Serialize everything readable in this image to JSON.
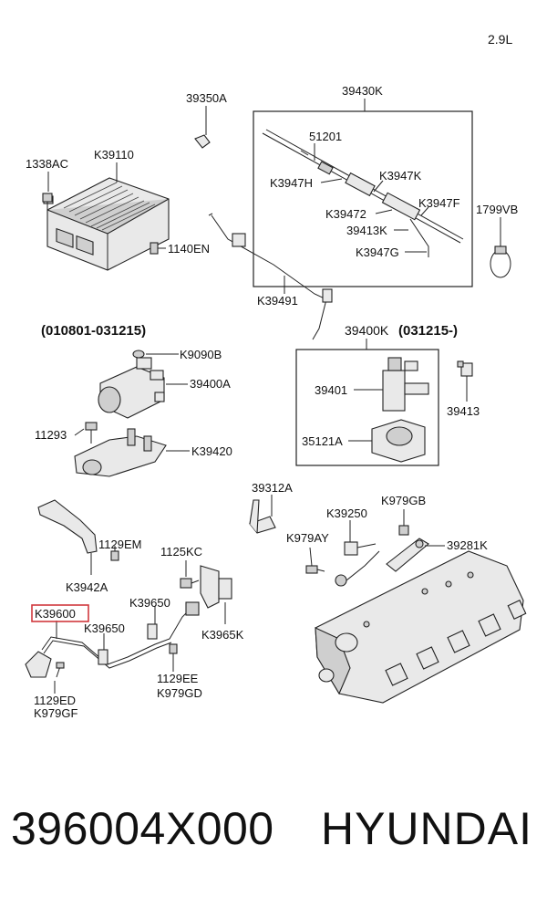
{
  "engine": "2.9L",
  "labels": {
    "l39350A": "39350A",
    "l39430K": "39430K",
    "l51201": "51201",
    "l1338AC": "1338AC",
    "l39110": "K39110",
    "l3947K": "K3947K",
    "l3947H": "K3947H",
    "l3947F": "K3947F",
    "l39472": "K39472",
    "l1799VB": "1799VB",
    "l39413K": "39413K",
    "l3947G": "K3947G",
    "l1140EN": "1140EN",
    "l39491": "K39491",
    "hdrLeft": "(010801-031215)",
    "l39400K": "39400K",
    "hdrRight": "(031215-)",
    "l9090B": "K9090B",
    "l39400A": "39400A",
    "l39401": "39401",
    "l39413": "39413",
    "l11293": "11293",
    "l39420": "K39420",
    "l35121A": "35121A",
    "l39312A": "39312A",
    "l979GB": "K979GB",
    "l39250": "K39250",
    "l1129EM": "1129EM",
    "l979AY": "K979AY",
    "l39281K": "39281K",
    "l3942A": "K3942A",
    "l1125KC": "1125KC",
    "l39650a": "K39650",
    "l39600": "K39600",
    "l3965K": "K3965K",
    "l39650b": "K39650",
    "l1129EE": "1129EE",
    "l979GD": "K979GD",
    "l1129ED": "1129ED",
    "l979GF": "K979GF"
  },
  "footer": {
    "part_number": "396004X000",
    "brand": "HYUNDAI"
  }
}
